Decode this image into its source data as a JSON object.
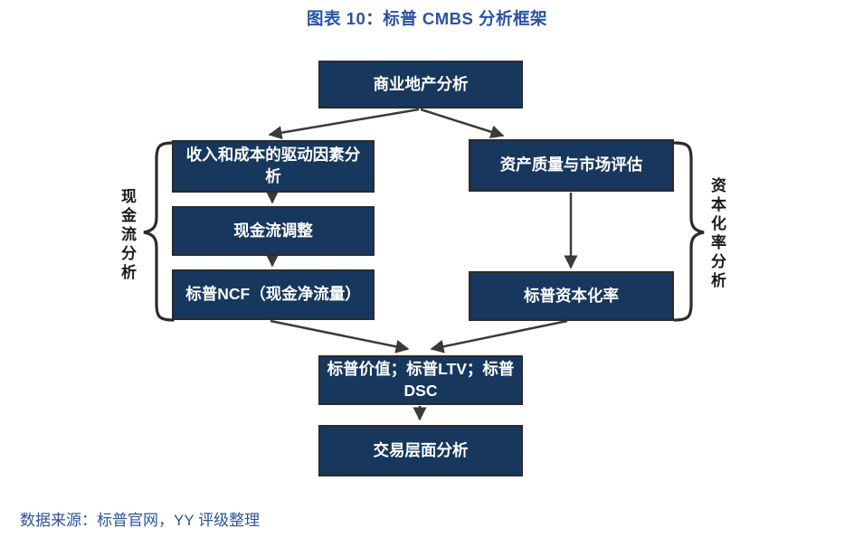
{
  "title": "图表 10：标普 CMBS 分析框架",
  "source_note": "数据来源：标普官网，YY 评级整理",
  "colors": {
    "box_fill": "#17375D",
    "box_border": "#2B2B2B",
    "box_text": "#FFFFFF",
    "title_blue": "#2B52A3",
    "source_blue": "#2F5496",
    "arrow": "#3A3A3A",
    "brace": "#2B2B2B",
    "side_label_text": "#1A1A1A"
  },
  "nodes": {
    "commercial_real_estate": "商业地产分析",
    "income_cost_drivers": "收入和成本的驱动因素分\n析",
    "cash_flow_adjustment": "现金流调整",
    "sp_ncf": "标普NCF（现金净流量）",
    "asset_quality_market": "资产质量与市场评估",
    "sp_cap_rate": "标普资本化率",
    "sp_value_ltv_dsc": "标普价值；标普LTV；标普\nDSC",
    "transaction_level": "交易层面分析"
  },
  "side_labels": {
    "left": "现金流分析",
    "right": "资本化率分析"
  },
  "flow": [
    {
      "from": "commercial_real_estate",
      "to": "income_cost_drivers"
    },
    {
      "from": "commercial_real_estate",
      "to": "asset_quality_market"
    },
    {
      "from": "income_cost_drivers",
      "to": "cash_flow_adjustment"
    },
    {
      "from": "cash_flow_adjustment",
      "to": "sp_ncf"
    },
    {
      "from": "asset_quality_market",
      "to": "sp_cap_rate"
    },
    {
      "from": "sp_ncf",
      "to": "sp_value_ltv_dsc"
    },
    {
      "from": "sp_cap_rate",
      "to": "sp_value_ltv_dsc"
    },
    {
      "from": "sp_value_ltv_dsc",
      "to": "transaction_level"
    }
  ]
}
